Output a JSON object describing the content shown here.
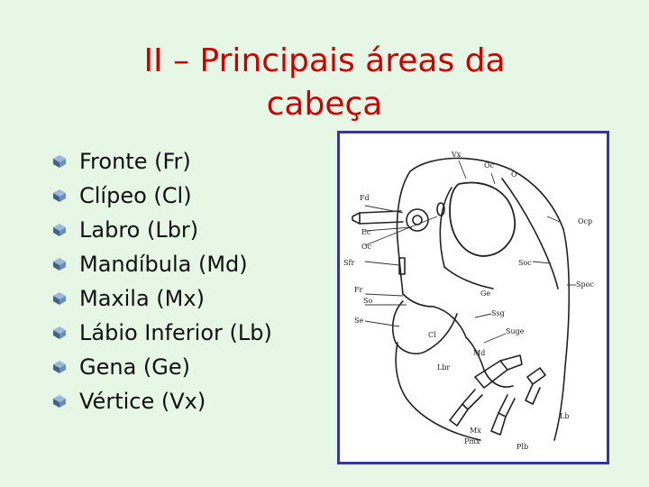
{
  "slide": {
    "title_line1": "II – Principais áreas da",
    "title_line2": "cabeça",
    "title_color": "#cc0000",
    "background": "#e6f7e6",
    "items": [
      "Fronte (Fr)",
      "Clípeo (Cl)",
      "Labro (Lbr)",
      "Mandíbula (Md)",
      "Maxila (Mx)",
      "Lábio Inferior (Lb)",
      "Gena (Ge)",
      "Vértice (Vx)"
    ]
  },
  "figure": {
    "frame_color": "#3535a8",
    "labels": {
      "vx": "Vx",
      "oc_top": "Oc",
      "o": "O",
      "ocp": "Ocp",
      "fd": "Fd",
      "ec": "Ec",
      "oc_left": "Oc",
      "sfr": "Sfr",
      "soc": "Soc",
      "spoc": "Spoc",
      "fr": "Fr",
      "so": "So",
      "ge": "Ge",
      "ssg": "Ssg",
      "se": "Se",
      "suge": "Suge",
      "cl": "Cl",
      "md": "Md",
      "lbr": "Lbr",
      "lb": "Lb",
      "mx": "Mx",
      "pmx": "Pmx",
      "plb": "Plb"
    }
  }
}
